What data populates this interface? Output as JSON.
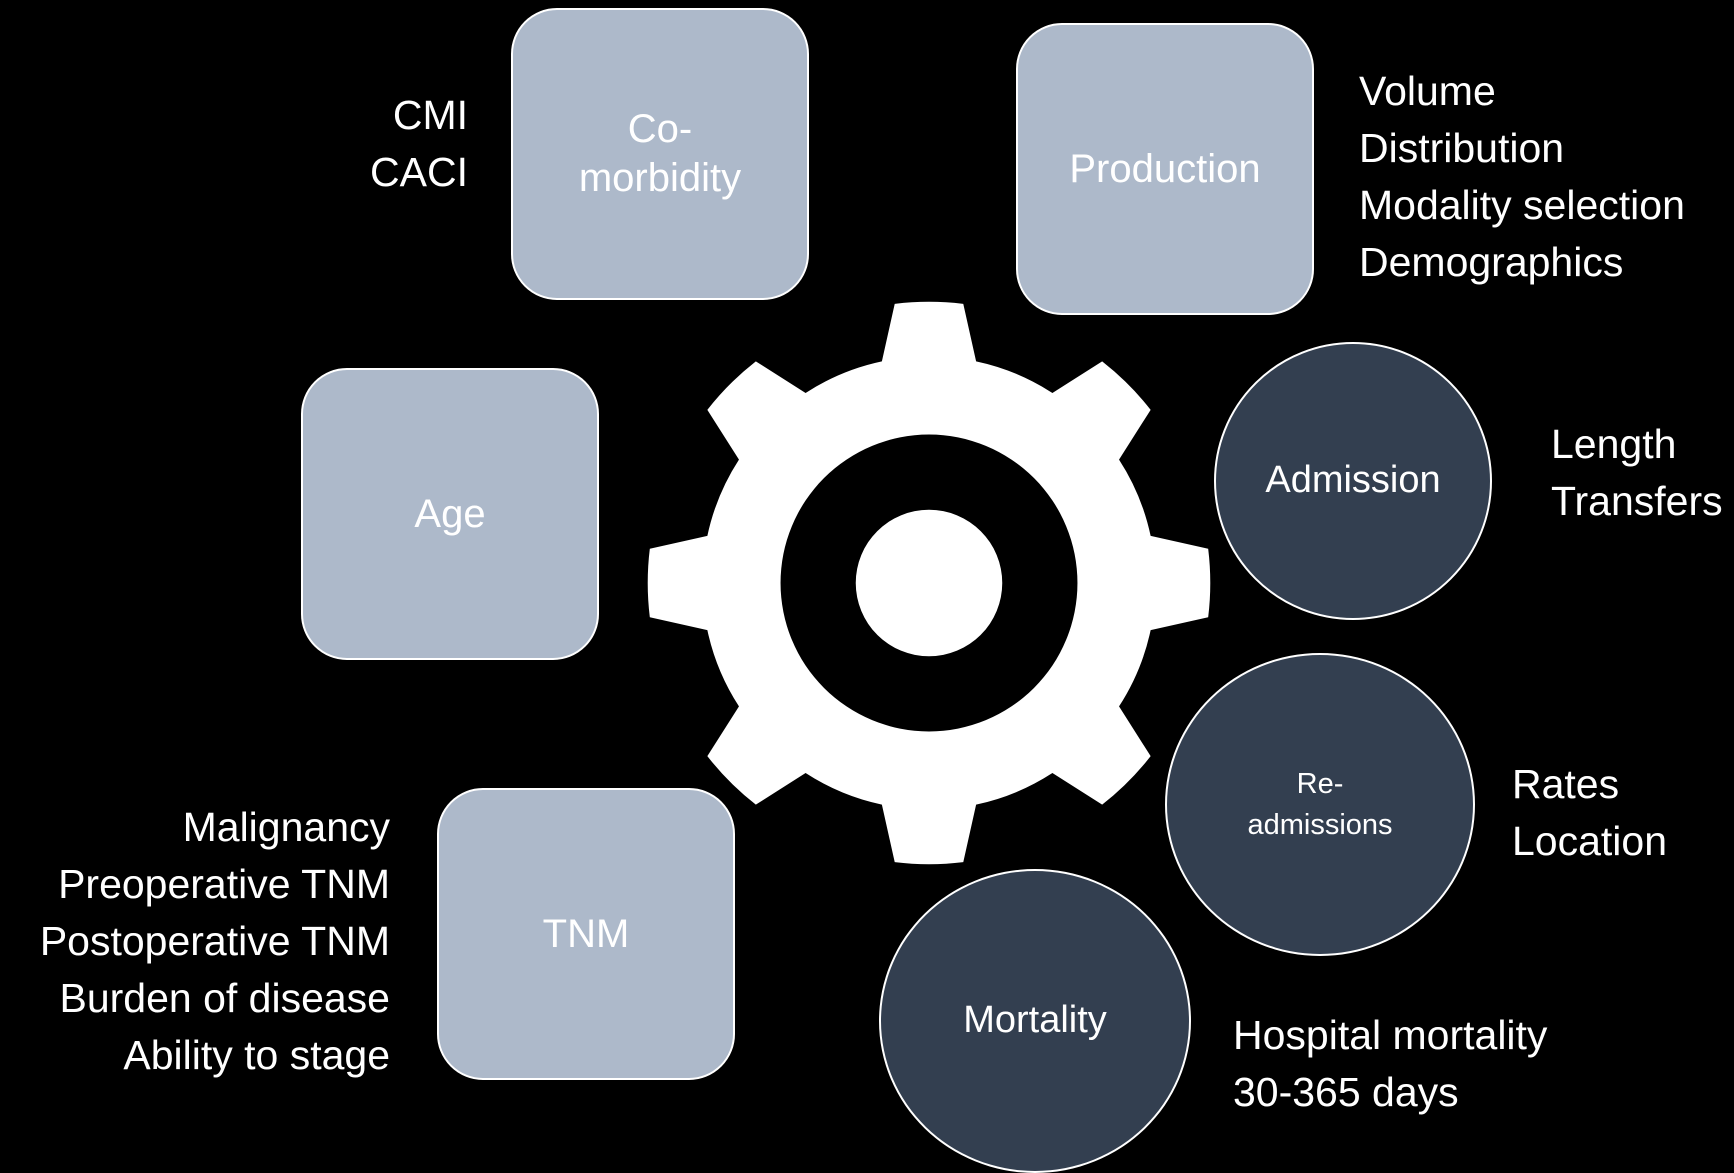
{
  "nodes": {
    "comorbidity": {
      "label": "Co-\nmorbidity",
      "details": [
        "CMI",
        "CACI"
      ]
    },
    "production": {
      "label": "Production",
      "details": [
        "Volume",
        "Distribution",
        "Modality selection",
        "Demographics"
      ]
    },
    "age": {
      "label": "Age"
    },
    "admission": {
      "label": "Admission",
      "details": [
        "Length",
        "Transfers"
      ]
    },
    "readmissions": {
      "label": "Re-\nadmissions",
      "details": [
        "Rates",
        "Location"
      ]
    },
    "mortality": {
      "label": "Mortality",
      "details": [
        "Hospital mortality",
        "30-365 days"
      ]
    },
    "tnm": {
      "label": "TNM",
      "details": [
        "Malignancy",
        "Preoperative TNM",
        "Postoperative TNM",
        "Burden of disease",
        "Ability to stage"
      ]
    }
  },
  "center_icon": "gear-icon",
  "colors": {
    "background": "#000000",
    "square_fill": "#adb9ca",
    "circle_fill": "#333f50",
    "text": "#ffffff"
  }
}
